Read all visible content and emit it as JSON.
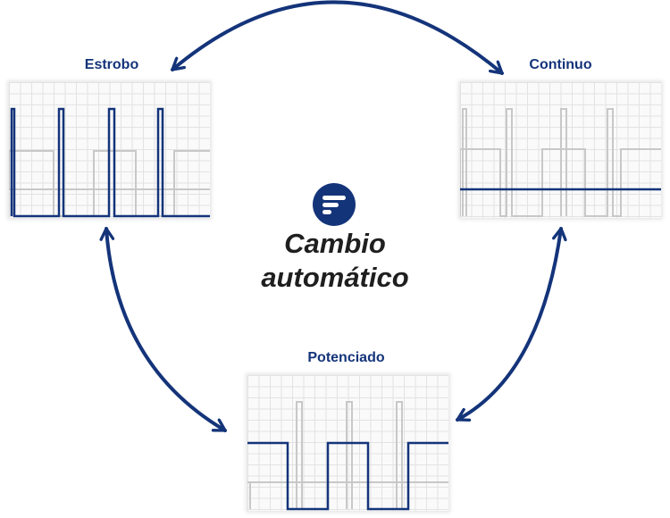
{
  "modes": {
    "top_left": "Estrobo",
    "top_right": "Continuo",
    "bottom": "Potenciado"
  },
  "center": {
    "title_line1": "Cambio",
    "title_line2": "automático",
    "logo_icon": "brand-stripes-icon"
  },
  "colors": {
    "accent": "#14347a",
    "reference_wave": "#c8c8c8",
    "text": "#1f1f1f"
  }
}
